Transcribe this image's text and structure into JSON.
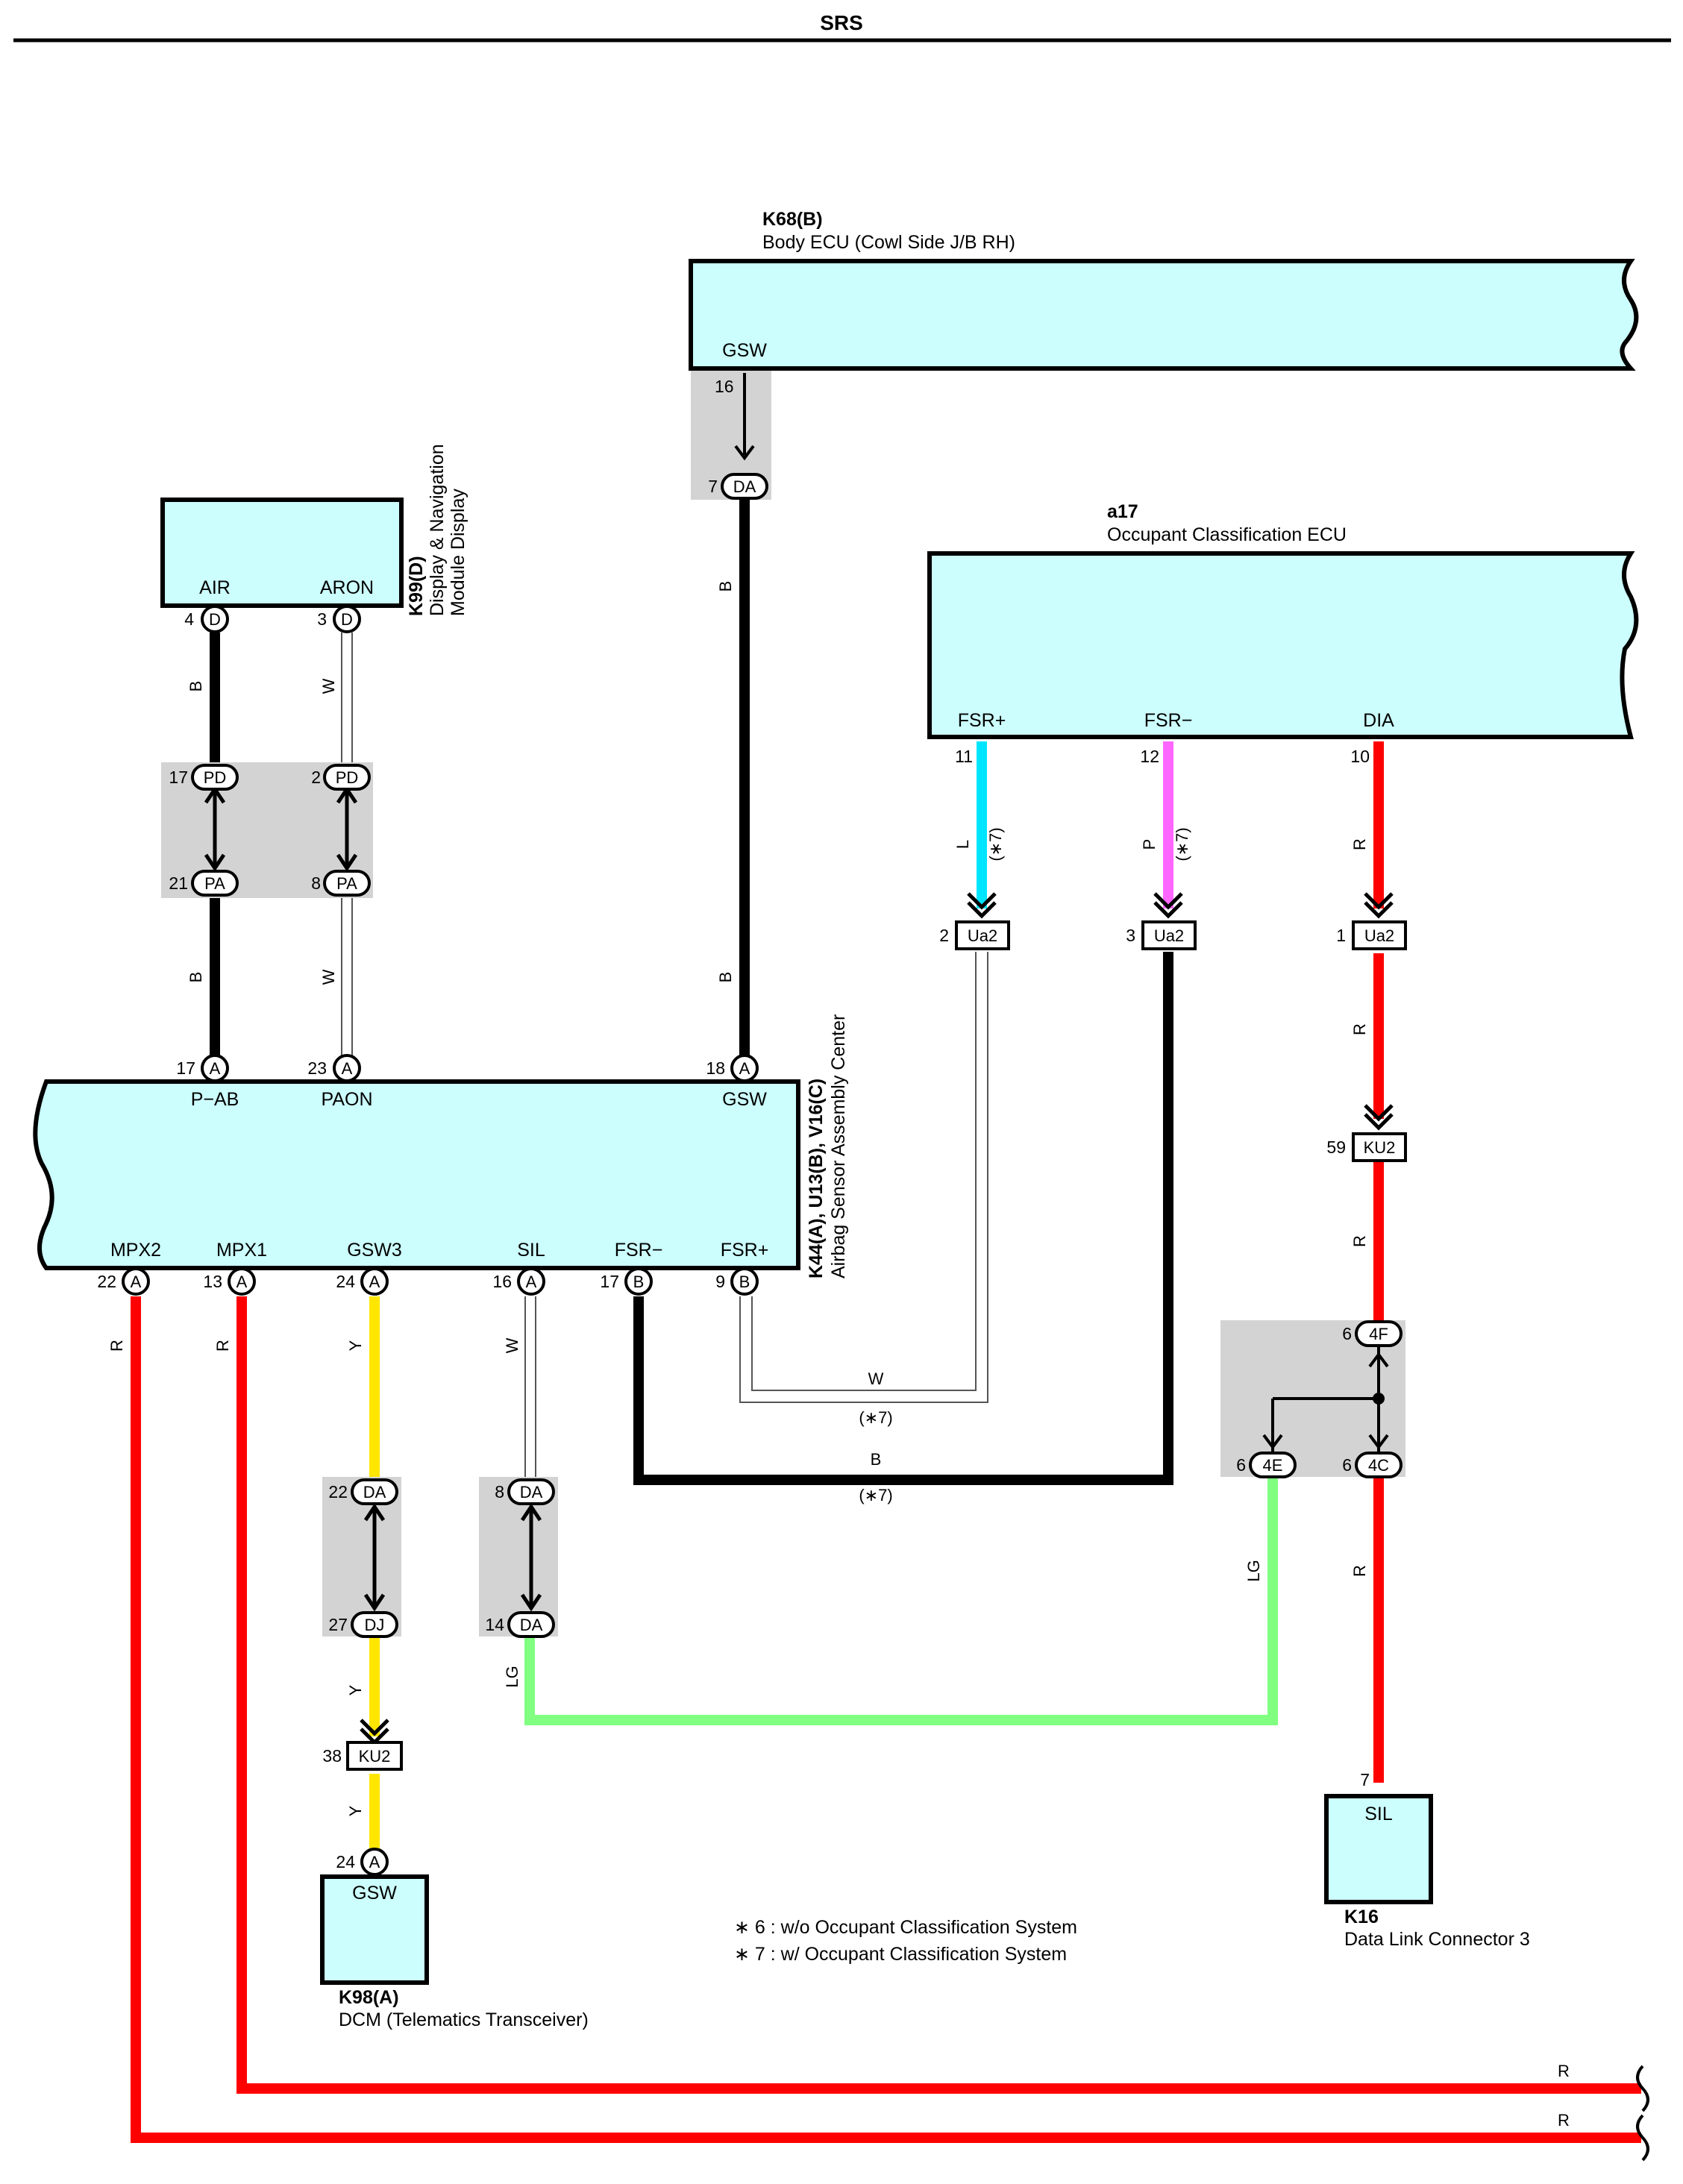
{
  "header": {
    "title": "SRS"
  },
  "components": {
    "body_ecu": {
      "code": "K68(B)",
      "name": "Body ECU (Cowl Side J/B RH)",
      "pin_label": "GSW"
    },
    "occupant_ecu": {
      "code": "a17",
      "name": "Occupant Classification ECU",
      "pins": [
        "FSR+",
        "FSR−",
        "DIA"
      ]
    },
    "display": {
      "code": "K99(D)",
      "name_line1": "Display & Navigation",
      "name_line2": "Module Display",
      "pins": [
        "AIR",
        "ARON"
      ]
    },
    "airbag_center": {
      "code": "K44(A), U13(B), V16(C)",
      "name": "Airbag Sensor Assembly Center",
      "top_pins": [
        "P−AB",
        "PAON",
        "GSW"
      ],
      "bottom_pins": [
        "MPX2",
        "MPX1",
        "GSW3",
        "SIL",
        "FSR−",
        "FSR+"
      ]
    },
    "dcm": {
      "code": "K98(A)",
      "name": "DCM (Telematics Transceiver)",
      "pin_label": "GSW"
    },
    "dlc": {
      "code": "K16",
      "name": "Data Link Connector 3",
      "pin_label": "SIL"
    }
  },
  "pins": {
    "p16": "16",
    "p7": "7",
    "p4": "4",
    "p3": "3",
    "p17": "17",
    "p2": "2",
    "p21": "21",
    "p8": "8",
    "p17a": "17",
    "p23a": "23",
    "p18a": "18",
    "p11": "11",
    "p12": "12",
    "p10": "10",
    "p2u": "2",
    "p3u": "3",
    "p1u": "1",
    "p59": "59",
    "p22a": "22",
    "p13a": "13",
    "p24a": "24",
    "p16a": "16",
    "p17b": "17",
    "p9b": "9",
    "p6a": "6",
    "p6b": "6",
    "p6c": "6",
    "p22": "22",
    "p27": "27",
    "p8d": "8",
    "p14": "14",
    "p38": "38",
    "p24": "24",
    "p7dlc": "7"
  },
  "connectors": {
    "DA": "DA",
    "D": "D",
    "PD": "PD",
    "PA": "PA",
    "A": "A",
    "B": "B",
    "Ua2": "Ua2",
    "KU2": "KU2",
    "4F": "4F",
    "4E": "4E",
    "4C": "4C",
    "DJ": "DJ"
  },
  "wire_colors": {
    "B": "B",
    "W": "W",
    "L": "L",
    "P": "P",
    "R": "R",
    "Y": "Y",
    "LG": "LG"
  },
  "wire_notes": {
    "star7": "(∗7)"
  },
  "notes": [
    "∗ 6 : w/o Occupant Classification System",
    "∗ 7 : w/ Occupant Classification System"
  ],
  "colors": {
    "component_fill": "#ccfefe",
    "junction_gray": "#d3d3d3",
    "wire_black": "#000000",
    "wire_red": "#ff0000",
    "wire_yellow": "#ffe600",
    "wire_cyan": "#00e5ff",
    "wire_pink": "#ff66ff",
    "wire_lightgreen": "#80ff80"
  }
}
